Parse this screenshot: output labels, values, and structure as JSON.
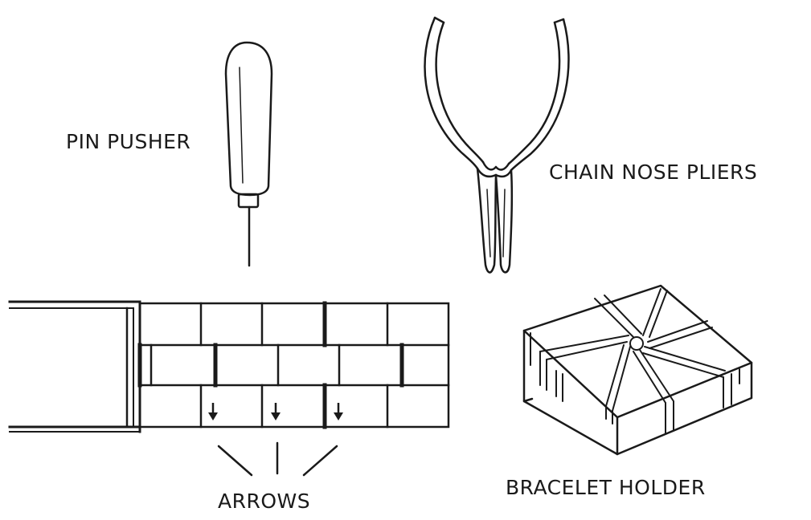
{
  "labels": {
    "pin_pusher": "PIN PUSHER",
    "chain_nose_pliers": "CHAIN NOSE PLIERS",
    "arrows": "ARROWS",
    "bracelet_holder": "BRACELET HOLDER"
  },
  "colors": {
    "ink": "#1a1a1a",
    "background": "#ffffff"
  }
}
